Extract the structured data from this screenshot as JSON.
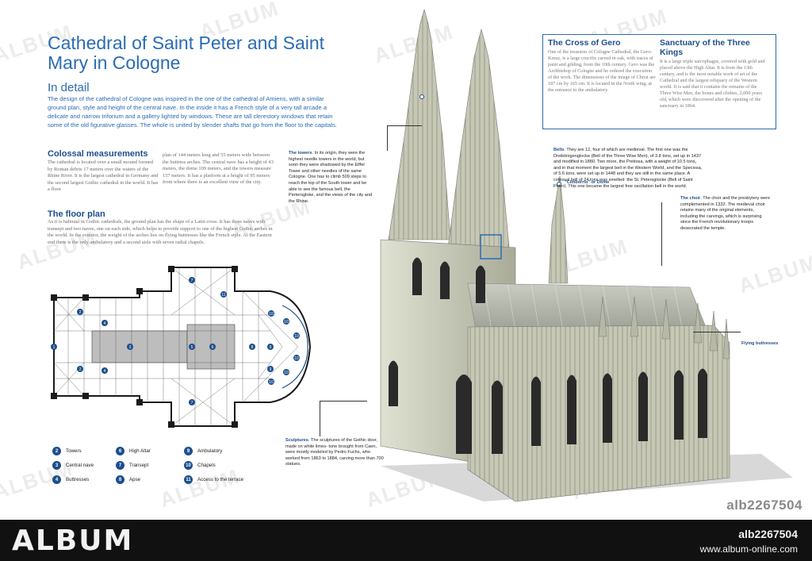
{
  "title": "Cathedral of Saint Peter and Saint Mary in Cologne",
  "in_detail": {
    "heading": "In detail",
    "text": "The design of the cathedral of Cologne was inspired in the one of the cathedral of Amiens, with a similar ground plan, style and height of the central nave. In the inside it has a French style of a very tall arcade a delicate and narrow triforium and a gallery lighted by windows. These are tall clerestory windows that retain some of the old figurative glasses. The whole is united by slender shafts that go from the floor to the capitals."
  },
  "colossal": {
    "heading": "Colossal measurements",
    "col1": "The cathedral is located over a small mound formed by Roman debris 17 meters over the waters of the Rhine River. It is the largest cathedral in Germany and the second largest Gothic cathedral in the world. It has a floor",
    "col2": "plan of 144 meters long and 55 meters wide between the buttress arches. The central nave has a height of 43 meters, the dome 109 meters, and the towers measure 157 meters. It has a platform at a height of 95 meters from where there is an excellent view of the city."
  },
  "floor_plan": {
    "heading": "The floor plan",
    "text": "As it is habitual in Gothic cathedrals, the ground plan has the shape of a Latin cross. It has three naves with transept and two naves, one on each side, which helps to provide support to one of the highest Gothic arches in the world. In the exterior, the weight of the arches lies on flying buttresses like the French style. At the Eastern end there is the only ambulatory and a second aisle with seven radial chapels."
  },
  "gero": {
    "heading": "The Cross of Gero",
    "text": "One of the treasures of Cologne Cathedral, the Gero- Kreuz, is a large crucifix carved in oak, with traces of paint and gilding, from the 10th century. Gero was the Archbishop of Cologne and he ordered the execution of the work. The dimensions of the image of Christ are 187 cm by 165 cm. It is located in the North wing, at the entrance to the ambulatory."
  },
  "kings": {
    "heading": "Sanctuary of the Three Kings",
    "text": "It is a large triple sarcophagus, covered with gold and placed above the High Altar. It is from the 13th century, and is the most notable work of art of the Cathedral and the largest reliquary of the Western world. It is said that it contains the remains of the Three Wise Men, the bones and clothes, 2,000 years old, which were discovered after the opening of the sanctuary in 1864."
  },
  "callouts": {
    "bells_label": "Bells",
    "bells": ". They are 12, four of which are medieval. The first one was the Dreikönigenglocke (Bell of the Three Wise Men), of 3.8 tons, set up in 1437 and modified in 1880. Two more, the Pretiosa, with a weight of 10.5 tons, and in that moment the largest bell in the Western World, and the Speciosa, of 5.6 tons, were set up in 1448 and they are still in the same place. A colossal bell of 24 tons was smelted: the St. Petersglocke (Bell of Saint Peter). This one became the largest free oscillation bell in the world.",
    "towers_label": "The towers",
    "towers": ". In its origin, they were the highest needle towers in the world, but soon they were shadowed by the Eiffel Tower and other needles of the same Cologne. One has to climb 509 steps to reach the top of the South tower and be able to see the famous bell, the Pertersgloke, and the views of the city and the Rhine.",
    "dome": "\"Cimborrio\" or Dome",
    "choir_label": "The choir",
    "choir": ". The choir and the presbytery were complemented in 1332. The medieval choir retains many of the original elements, including the carvings, which is surprising since the French revolutionary troops desecrated the temple.",
    "flying": "Flying buttresses",
    "sculptures_label": "Sculptures",
    "sculptures": ". The sculptures of the Gothic door, made on white limes- tone brought from Caen, were mostly modeled by Pedro Fuchs, who worked from 1863 to 1884, carving more than 700 statues."
  },
  "legend": [
    {
      "num": "2",
      "label": "Towers"
    },
    {
      "num": "3",
      "label": "Central nave"
    },
    {
      "num": "4",
      "label": "Buttresses"
    },
    {
      "num": "6",
      "label": "High Altar"
    },
    {
      "num": "7",
      "label": "Transept"
    },
    {
      "num": "8",
      "label": "Apse"
    },
    {
      "num": "9",
      "label": "Ambulatory"
    },
    {
      "num": "10",
      "label": "Chapels"
    },
    {
      "num": "11",
      "label": "Access to the terrace"
    }
  ],
  "plan_markers": [
    "1",
    "2",
    "2",
    "3",
    "4",
    "4",
    "5",
    "6",
    "7",
    "7",
    "8",
    "9",
    "9",
    "10",
    "10",
    "10",
    "10",
    "10",
    "10",
    "11"
  ],
  "watermark": "ALBUM",
  "image_id": "alb2267504",
  "footer": {
    "logo": "ALBUM",
    "id": "alb2267504",
    "url": "www.album-online.com"
  },
  "colors": {
    "accent": "#2b6cb3",
    "dark_blue": "#1d4f8c",
    "stone": "#c9cbb8",
    "footer_bg": "#111111"
  }
}
